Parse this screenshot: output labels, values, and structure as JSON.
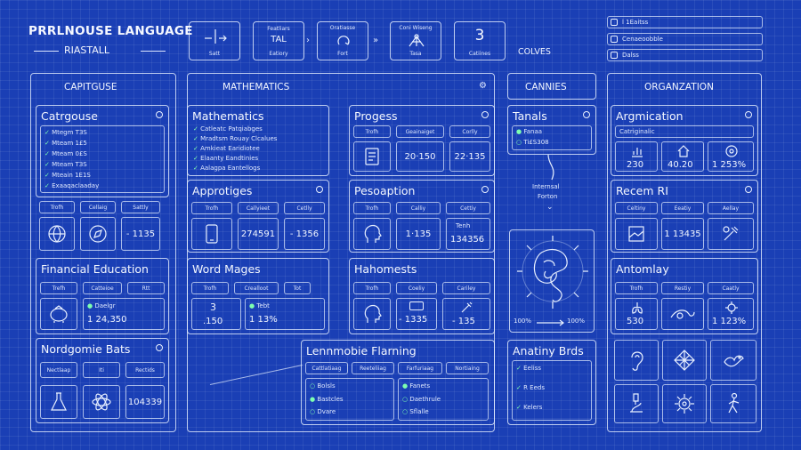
{
  "header": {
    "title": "PRRLNOUSE LANGUAGE",
    "subtitle": "RIASTALL",
    "tools": [
      {
        "top": "1",
        "label": "Satt"
      },
      {
        "top": "Featliars",
        "mid": "TAL",
        "label": "Eatiory"
      },
      {
        "top": "Oratiasse",
        "label": "Fort"
      },
      {
        "top": "Coni Wiseng",
        "label": "Tasa"
      },
      {
        "top": "3",
        "label": "Catiines"
      }
    ],
    "colves_label": "COLVES",
    "right_items": [
      "l 1Eaitss",
      "Cenaeoobble",
      "Dalss"
    ]
  },
  "columns": {
    "col1_title": "CAPITGUSE",
    "col2_title": "MATHEMATICS",
    "col3_title": "CANNIES",
    "col4_title": "ORGANZATION"
  },
  "col1": {
    "categories": {
      "title": "Catrgouse",
      "items": [
        "Mtegm ТЗS",
        "Mteam 1£5",
        "Mteam 0£S",
        "Mteam TЗS",
        "Mteain 1Е1S",
        "Exaaqaclaaday"
      ]
    },
    "strip1": {
      "chips": [
        "Trofh",
        "Cellaig",
        "Sattly"
      ],
      "num": "- 1135"
    },
    "financial": {
      "title": "Financial Education",
      "chips": [
        "Trefh",
        "Catteioe",
        "Rtt"
      ],
      "check": "Daelgr",
      "num": "1 24,350"
    },
    "nordgomie": {
      "title": "Nordgomie Bats",
      "chips": [
        "Nectlaap",
        "Iti",
        "Rectids"
      ],
      "num": "104339"
    }
  },
  "col2": {
    "mathematics": {
      "title": "Mathematics",
      "items": [
        "Catleatc Patqiabges",
        "Mradtsm Rouay Clcalues",
        "Amkieat Earidiotee",
        "Elaanty Eandtinies",
        "Aalagpa Eantellogs"
      ]
    },
    "approtiges": {
      "title": "Approtiges",
      "chips": [
        "Trofh",
        "Callyieet",
        "Cetlly"
      ],
      "num": "274591",
      "num2": "- 1356"
    },
    "word": {
      "title": "Word Mages",
      "chips": [
        "Trofh",
        "Crealloot",
        "Tot"
      ],
      "num": ".150",
      "check": "Tebt",
      "num2": "1 13%"
    },
    "progress": {
      "title": "Progess",
      "chips": [
        "Trofh",
        "Geainaiget",
        "Corlly"
      ],
      "num": "20·150",
      "num2": "22·135"
    },
    "perception": {
      "title": "Pesoaption",
      "chips": [
        "Trofh",
        "Calliy",
        "Cettiy"
      ],
      "num": "1·135",
      "num2": "134356",
      "extra": "Tenh"
    },
    "hammests": {
      "title": "Hahomests",
      "chips": [
        "Trofh",
        "Coeliy",
        "Cariley"
      ],
      "num": "- 1335",
      "num2": "- 135"
    },
    "learnmobie": {
      "title": "Lennmobie Flarning",
      "chips": [
        "Cattlatiaag",
        "Reeteliiag",
        "Farfuriaag",
        "Nortiaing"
      ],
      "list_a": [
        "Bolsls",
        "Bastcles",
        "Dvare"
      ],
      "list_b": [
        "Fanets",
        "Daethrule",
        "Sflalle"
      ]
    }
  },
  "col3": {
    "tangis": {
      "title": "Tanals",
      "items": [
        "Fanaa",
        "Ti£S308"
      ]
    },
    "internal": {
      "line1": "Internsal",
      "line2": "Forton"
    },
    "pct_left": "100%",
    "pct_right": "100%",
    "anatomy": {
      "title": "Anatiny Brds",
      "items": [
        "Eeliss",
        "R Eeds",
        "Kelers"
      ]
    }
  },
  "col4": {
    "arganization": {
      "title": "Argmication",
      "field": "Catriginalic",
      "nums": [
        "230",
        "40.20",
        "1 253%"
      ]
    },
    "recent": {
      "title": "Recem RI",
      "chips": [
        "Celtiny",
        "Eeatiy",
        "Aellay"
      ],
      "nums": [
        "1 13435"
      ]
    },
    "anatomy": {
      "title": "Antomlay",
      "chips": [
        "Trofh",
        "Restiy",
        "Caatly"
      ],
      "nums": [
        "530",
        "1 123%"
      ]
    }
  }
}
